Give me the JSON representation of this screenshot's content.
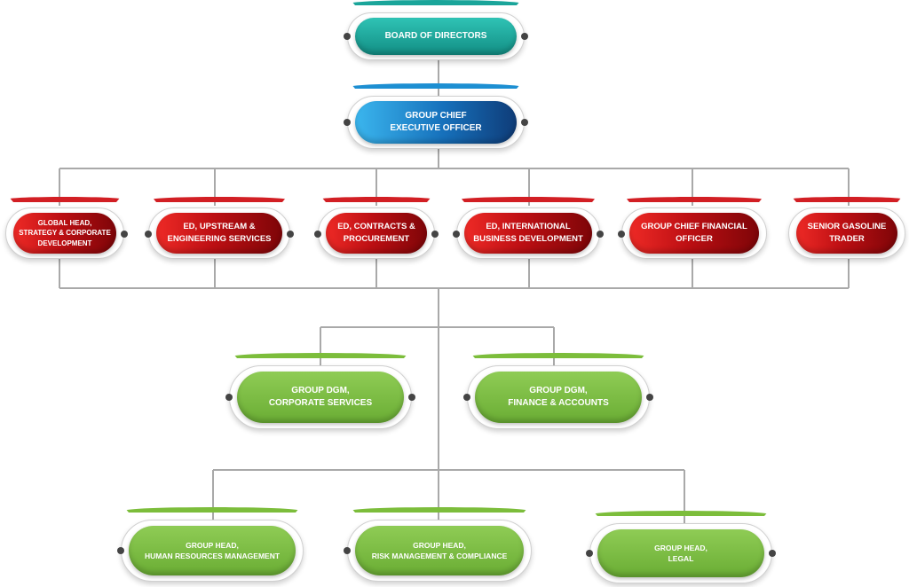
{
  "board": {
    "label": "BOARD OF DIRECTORS"
  },
  "ceo": {
    "label": "GROUP CHIEF\nEXECUTIVE OFFICER"
  },
  "executives": [
    {
      "label": "GLOBAL HEAD,\nSTRATEGY & CORPORATE\nDEVELOPMENT"
    },
    {
      "label": "ED, UPSTREAM &\nENGINEERING SERVICES"
    },
    {
      "label": "ED, CONTRACTS &\nPROCUREMENT"
    },
    {
      "label": "ED, INTERNATIONAL\nBUSINESS DEVELOPMENT"
    },
    {
      "label": "GROUP CHIEF FINANCIAL\nOFFICER"
    },
    {
      "label": "SENIOR GASOLINE\nTRADER"
    }
  ],
  "dgms": [
    {
      "label": "GROUP DGM,\nCORPORATE SERVICES"
    },
    {
      "label": "GROUP  DGM,\nFINANCE  &  ACCOUNTS"
    }
  ],
  "heads": [
    {
      "label": "GROUP HEAD,\nHUMAN RESOURCES MANAGEMENT"
    },
    {
      "label": "GROUP HEAD,\nRISK MANAGEMENT & COMPLIANCE"
    },
    {
      "label": "GROUP HEAD,\nLEGAL"
    }
  ],
  "colors": {
    "board": "#1aa59a",
    "ceo": "#1670bb",
    "executive": "#c0141a",
    "dgm": "#7cbd3b",
    "head": "#7cbd3b",
    "connector": "#a9a9a9"
  }
}
